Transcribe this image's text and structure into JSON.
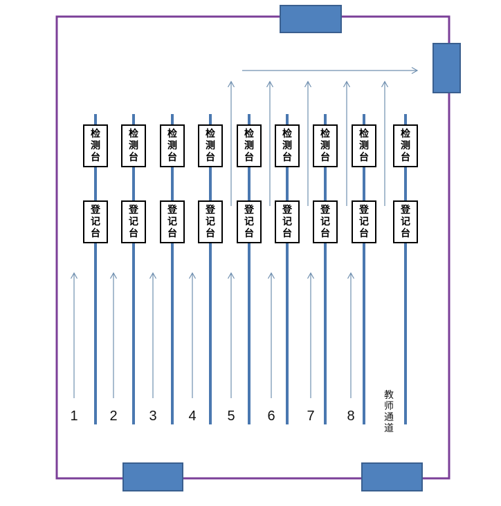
{
  "colors": {
    "border": "#7b3f98",
    "divider": "#4a78b0",
    "door_fill": "#4f81bd",
    "door_stroke": "#3a5f8f",
    "arrow": "#6f8faf"
  },
  "stations": {
    "detect_label": "检测台",
    "register_label": "登记台"
  },
  "lanes": [
    "1",
    "2",
    "3",
    "4",
    "5",
    "6",
    "7",
    "8"
  ],
  "teacher_passage": "教师通道",
  "doors": [
    "top-door",
    "top-right-door",
    "bottom-left-door",
    "bottom-right-door"
  ]
}
